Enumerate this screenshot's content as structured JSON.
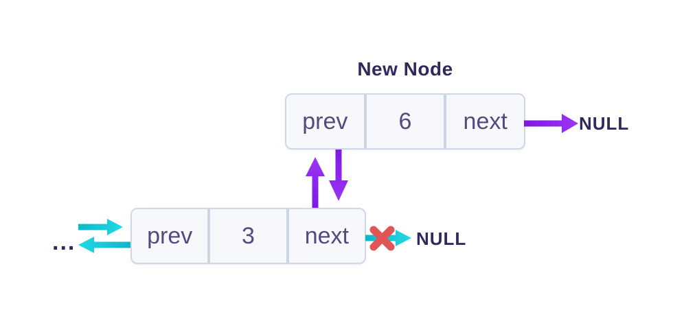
{
  "title": "New Node",
  "nodes": [
    {
      "id": "new-node",
      "cells": [
        "prev",
        "6",
        "next"
      ]
    },
    {
      "id": "list-node",
      "cells": [
        "prev",
        "3",
        "next"
      ]
    }
  ],
  "labels": {
    "null_top": "NULL",
    "null_bottom": "NULL",
    "ellipsis": "..."
  },
  "colors": {
    "purple_arrow_dark": "#7a1be0",
    "purple_arrow_bright": "#9d34f6",
    "cyan_arrow_dark": "#12b4c6",
    "cyan_arrow_bright": "#22d9e5",
    "cross_red": "#e05555",
    "heading_navy": "#2e2a5e",
    "cell_text": "#514b80",
    "node_background": "#f7f8fc",
    "node_border": "#cfd8e4"
  }
}
